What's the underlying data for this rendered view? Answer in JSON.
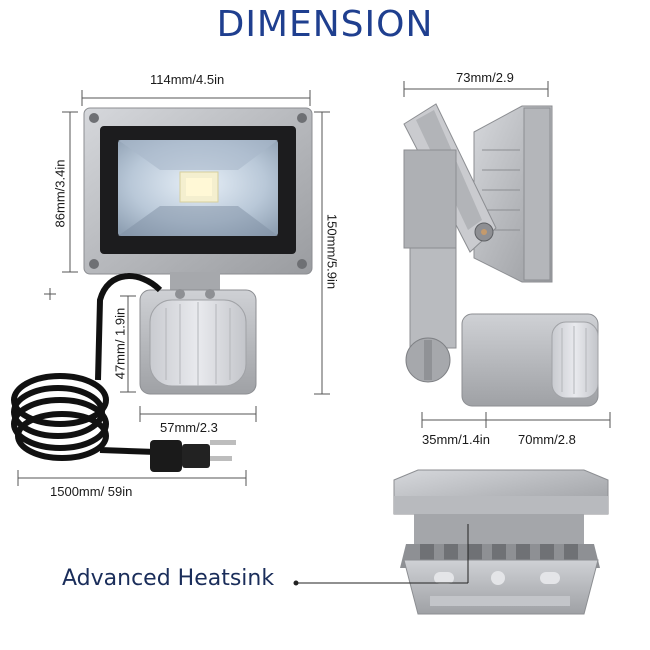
{
  "title": "DIMENSION",
  "front_view": {
    "width_label": "114mm/4.5in",
    "height_label": "86mm/3.4in",
    "total_height_label": "150mm/5.9in",
    "sensor_height_label": "47mm/ 1.9in",
    "sensor_width_label": "57mm/2.3",
    "cable_length_label": "1500mm/ 59in"
  },
  "side_view": {
    "depth_label": "73mm/2.9",
    "sensor_depth_label": "35mm/1.4in",
    "sensor_length_label": "70mm/2.8"
  },
  "heatsink": {
    "label": "Advanced Heatsink"
  }
}
